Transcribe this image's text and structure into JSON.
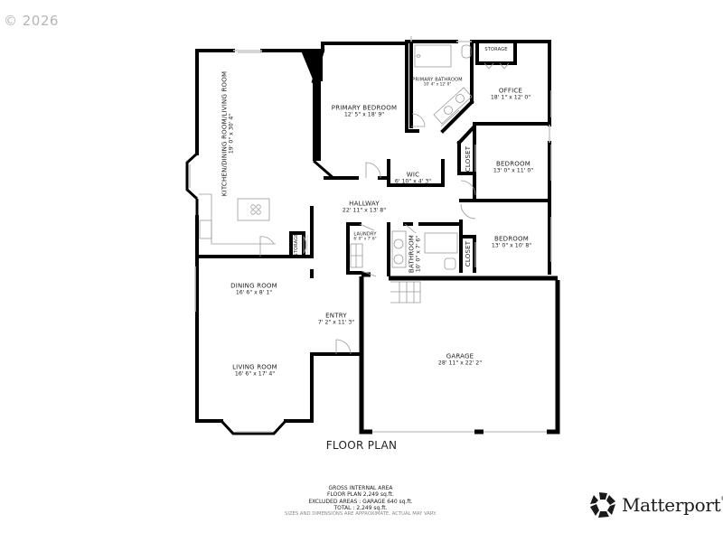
{
  "copyright": "© 2026",
  "plan_title": "FLOOR PLAN",
  "rooms": {
    "kitchen_dining_living": {
      "name": "KITCHEN/DINING ROOM/LIVING ROOM",
      "dims": "19' 0\" x 30' 4\""
    },
    "primary_bedroom": {
      "name": "PRIMARY BEDROOM",
      "dims": "12' 5\" x 18' 9\""
    },
    "primary_bathroom": {
      "name": "PRIMARY BATHROOM",
      "dims": "10' 4\" x 12' 0\""
    },
    "storage_top": {
      "name": "STORAGE"
    },
    "office": {
      "name": "OFFICE",
      "dims": "18' 1\" x 12' 0\""
    },
    "wic": {
      "name": "WIC",
      "dims": "6' 10\" x 4' 3\""
    },
    "closet_1": {
      "name": "CLOSET"
    },
    "bedroom_1": {
      "name": "BEDROOM",
      "dims": "13' 0\" x 11' 0\""
    },
    "hallway": {
      "name": "HALLWAY",
      "dims": "22' 11\" x 13' 8\""
    },
    "laundry": {
      "name": "LAUNDRY",
      "dims": "6' 0\" x 7' 6\""
    },
    "bathroom": {
      "name": "BATHROOM",
      "dims": "10' 0\" x 7' 6\""
    },
    "closet_2": {
      "name": "CLOSET"
    },
    "bedroom_2": {
      "name": "BEDROOM",
      "dims": "13' 0\" x 10' 8\""
    },
    "storage_small": {
      "name": "STORAGE"
    },
    "dining_room": {
      "name": "DINING ROOM",
      "dims": "16' 6\" x 8' 1\""
    },
    "entry": {
      "name": "ENTRY",
      "dims": "7' 2\" x 11' 3\""
    },
    "living_room": {
      "name": "LIVING ROOM",
      "dims": "16' 6\" x 17' 4\""
    },
    "garage": {
      "name": "GARAGE",
      "dims": "28' 11\" x 22' 2\""
    }
  },
  "area_summary": {
    "heading": "GROSS INTERNAL AREA",
    "floor_plan": "FLOOR PLAN 2,249 sq.ft.",
    "excluded": "EXCLUDED AREAS :  GARAGE 640 sq.ft.",
    "total": "TOTAL :  2,249 sq.ft.",
    "note": "SIZES AND DIMENSIONS ARE APPROXIMATE, ACTUAL MAY VARY."
  },
  "brand": {
    "name": "Matterport",
    "mark": "®"
  },
  "colors": {
    "wall": "#000000",
    "fixture": "#9a9a9a",
    "window": "#c8c8c8",
    "copyright": "#b5b5b5"
  }
}
